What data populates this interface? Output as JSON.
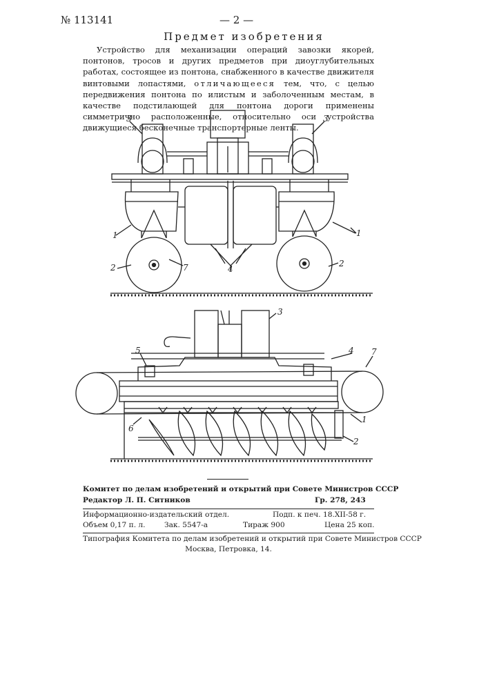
{
  "header": {
    "patent_number": "№ 113141",
    "page_number": "— 2 —"
  },
  "section_title": "Предмет изобретения",
  "claim": {
    "part1": "Устройство для механизации операций завозки якорей, понтонов, тросов и других предметов при диоуглубительных работах, состоящее из понтона, снабженного в качестве движителя винтовыми лопастями, ",
    "spaced": "отличающееся",
    "part2": " тем, что, с целью передвижения понтона по илистым и заболоченным местам, в качестве подстилающей для понтона дороги применены симметрично расположенные, относительно оси устройства движущиеся бесконечные транспортерные ленты."
  },
  "figure1_labels": [
    "3",
    "3",
    "1",
    "1",
    "2",
    "7",
    "4",
    "2"
  ],
  "figure2_labels": [
    "3",
    "5",
    "4",
    "7",
    "6",
    "1",
    "2"
  ],
  "footer": {
    "committee": "Комитет по делам изобретений и открытий при Совете Министров СССР",
    "editor": "Редактор Л. П. Ситников",
    "group": "Гр. 278, 243",
    "dept": "Информационно-издательский отдел.",
    "signed": "Подп. к печ. 18.XII-58 г.",
    "volume": "Объем 0,17 п. л.",
    "order": "Зак. 5547-а",
    "print_run": "Тираж 900",
    "price": "Цена 25 коп.",
    "printer": "Типография Комитета по делам изобретений и открытий при Совете Министров СССР",
    "address": "Москва, Петровка, 14."
  }
}
